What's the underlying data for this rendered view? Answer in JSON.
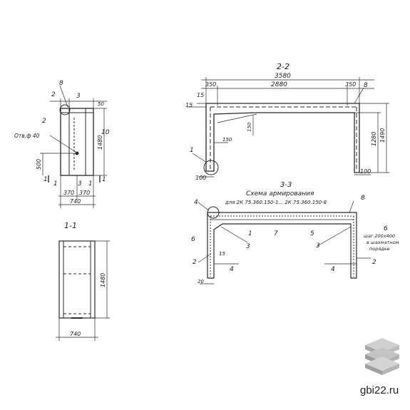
{
  "labels": {
    "sec22": "2-2",
    "sec11": "1-1",
    "sec33": "3-3",
    "scheme_title": "Схема армирования",
    "scheme_sub": "для 2К 75.360.150-1... 2К 75.360.150-8",
    "hole": "Отв.ф 40",
    "step_line1": "шаг 200х400",
    "step_line2": "в шахматном",
    "step_line3": "порядке"
  },
  "dims": {
    "total_3580": "3580",
    "d2880": "2880",
    "d350a": "350",
    "d350b": "350",
    "d15a": "15",
    "d15b": "15",
    "d1280": "1280",
    "d1490": "1490",
    "d150a": "150",
    "d150b": "150",
    "d100a": "100",
    "d100b": "100",
    "d1480a": "1480",
    "d1480b": "1480",
    "d500": "500",
    "d370a": "370",
    "d370b": "370",
    "d740a": "740",
    "d740b": "740",
    "d20": "20",
    "d50": "50"
  },
  "marks": {
    "m8a": "8",
    "m3a": "3",
    "m2a": "2",
    "m2b": "2",
    "m10": "10",
    "m1a": "1",
    "m1b": "1",
    "m3b": "3",
    "m11a": "1",
    "m11b": "1",
    "m8b": "8",
    "m1c": "1",
    "m4a": "4",
    "m6a": "6",
    "m2c": "2",
    "m15": "15",
    "m3c": "3",
    "m1d": "1",
    "m7": "7",
    "m5": "5",
    "m3d": "3",
    "m8c": "8",
    "m4b": "4",
    "m4c": "4",
    "m6b": "6",
    "m2d": "2"
  },
  "watermark": {
    "site": "gbi22.ru"
  }
}
